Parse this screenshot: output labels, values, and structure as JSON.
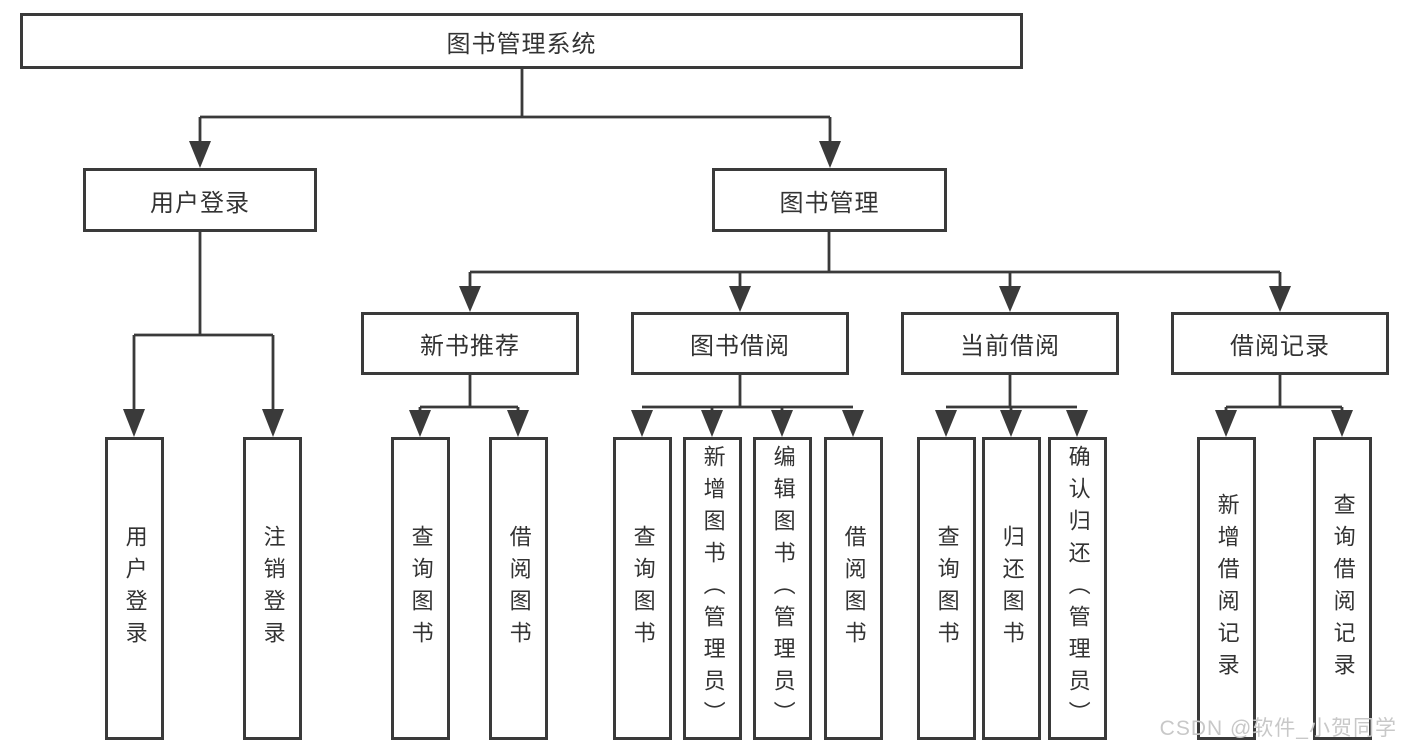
{
  "diagram_title": "图书管理系统",
  "tree": {
    "label": "图书管理系统",
    "children": [
      {
        "label": "用户登录",
        "children": [
          {
            "label": "用户登录"
          },
          {
            "label": "注销登录"
          }
        ]
      },
      {
        "label": "图书管理",
        "children": [
          {
            "label": "新书推荐",
            "children": [
              {
                "label": "查询图书"
              },
              {
                "label": "借阅图书"
              }
            ]
          },
          {
            "label": "图书借阅",
            "children": [
              {
                "label": "查询图书"
              },
              {
                "label": "新增图书（管理员）"
              },
              {
                "label": "编辑图书（管理员）"
              },
              {
                "label": "借阅图书"
              }
            ]
          },
          {
            "label": "当前借阅",
            "children": [
              {
                "label": "查询图书"
              },
              {
                "label": "归还图书"
              },
              {
                "label": "确认归还（管理员）"
              }
            ]
          },
          {
            "label": "借阅记录",
            "children": [
              {
                "label": "新增借阅记录"
              },
              {
                "label": "查询借阅记录"
              }
            ]
          }
        ]
      }
    ]
  },
  "watermark": {
    "text": "CSDN @软件_小贺同学"
  },
  "colors": {
    "line": "#3a3a3a",
    "box_border": "#3a3a3a",
    "text": "#333333",
    "background": "#ffffff",
    "watermark": "#c8c8c8"
  }
}
